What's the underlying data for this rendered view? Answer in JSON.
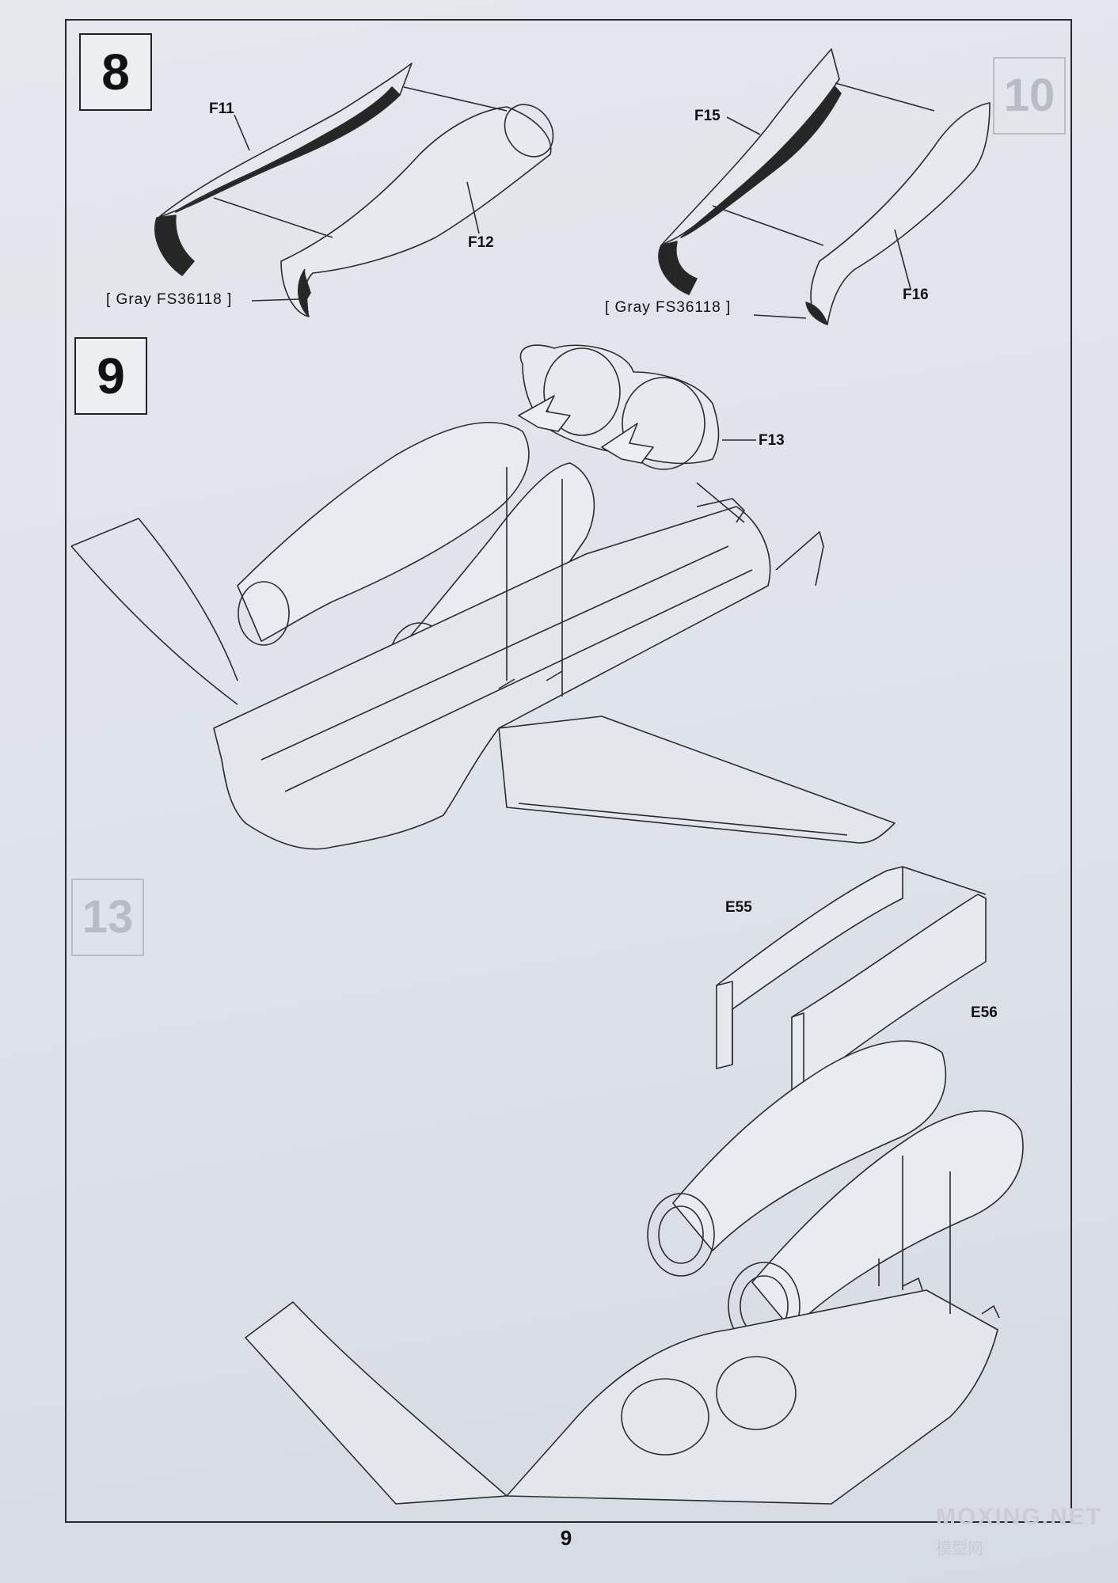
{
  "page_number": "9",
  "steps": {
    "step8": {
      "number": "8"
    },
    "step9": {
      "number": "9"
    },
    "ghost_step_a": {
      "number": "10"
    },
    "ghost_step_b": {
      "number": "13"
    }
  },
  "parts": {
    "f11": "F11",
    "f12": "F12",
    "f15": "F15",
    "f16": "F16",
    "f13": "F13",
    "e55": "E55",
    "e56": "E56"
  },
  "paint_callouts": {
    "left": "[ Gray  FS36118 ]",
    "right": "[ Gray  FS36118 ]"
  },
  "watermark": {
    "main": "MOXING.NET",
    "sub": "模型网"
  },
  "colors": {
    "line": "#2b2b2b",
    "interior_gray": "#2a2a2a",
    "paper": "#e1e5eb"
  }
}
